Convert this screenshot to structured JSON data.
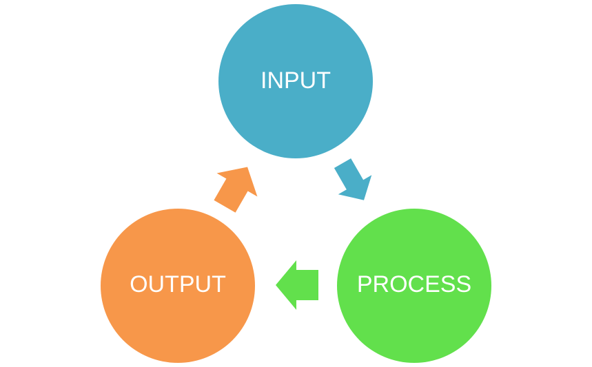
{
  "colors": {
    "input": "#4aaec8",
    "process": "#62e04c",
    "output": "#f7974a"
  },
  "nodes": {
    "input": {
      "label": "INPUT"
    },
    "process": {
      "label": "PROCESS"
    },
    "output": {
      "label": "OUTPUT"
    }
  },
  "arrows": [
    {
      "from": "INPUT",
      "to": "PROCESS"
    },
    {
      "from": "PROCESS",
      "to": "OUTPUT"
    },
    {
      "from": "OUTPUT",
      "to": "INPUT"
    }
  ]
}
